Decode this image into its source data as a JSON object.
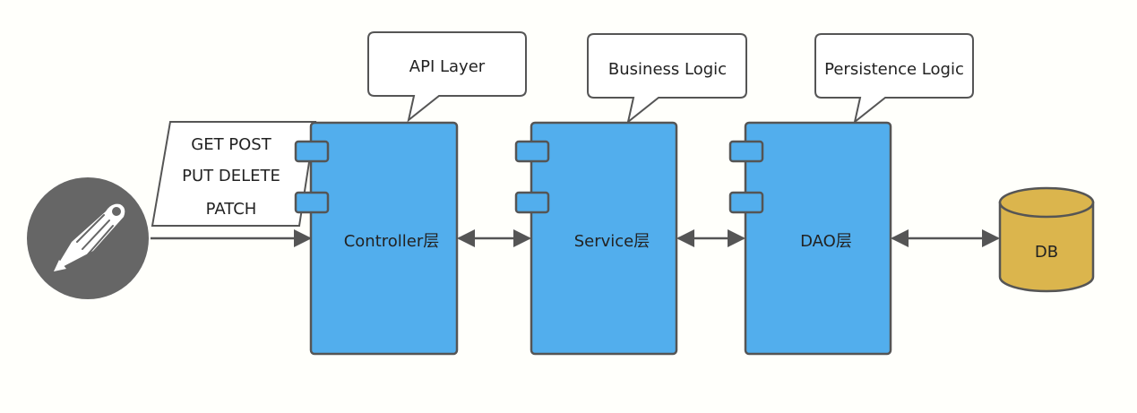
{
  "methods": {
    "line1": "GET POST",
    "line2": "PUT DELETE",
    "line3": "PATCH"
  },
  "callouts": {
    "api": "API Layer",
    "business": "Business Logic",
    "persistence": "Persistence Logic"
  },
  "components": {
    "controller": "Controller层",
    "service": "Service层",
    "dao": "DAO层"
  },
  "database": {
    "label": "DB"
  },
  "client": {
    "icon": "postman-rocket-icon"
  },
  "colors": {
    "component_fill": "#52aeed",
    "database_fill": "#dbb54d",
    "stroke": "#555555",
    "client_circle": "#666666",
    "background": "#fffffb"
  }
}
